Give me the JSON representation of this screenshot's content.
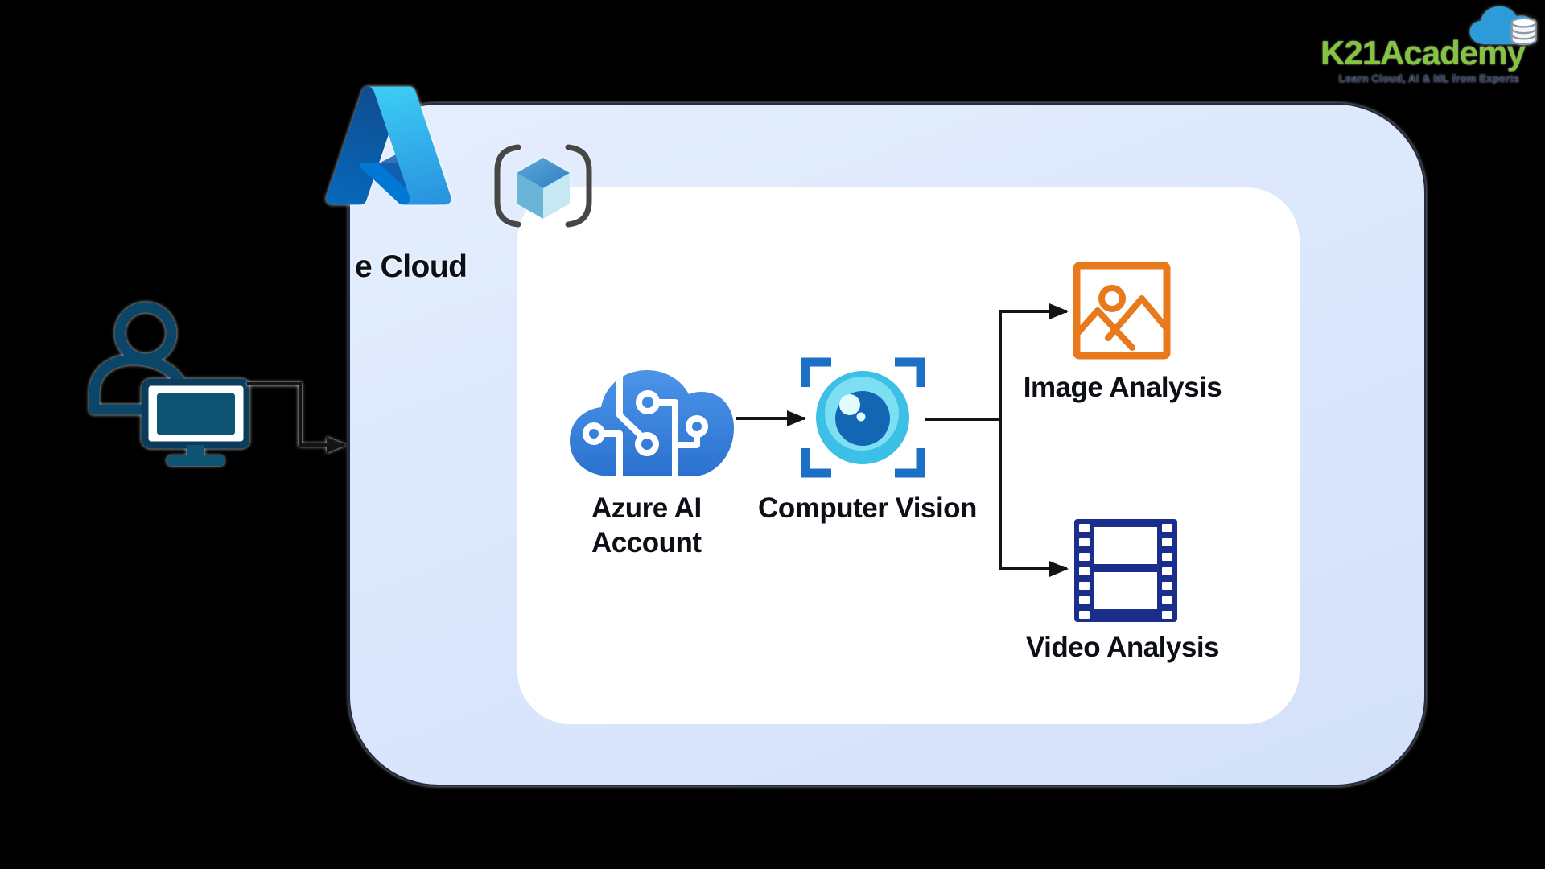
{
  "branding": {
    "logo_text": "K21Academy",
    "tagline": "Learn Cloud, AI & ML from Experts",
    "logo_green": "#85c441",
    "cloud_blue": "#2e9bd9"
  },
  "diagram": {
    "environment_label": "e Cloud",
    "nodes": {
      "ai_account": {
        "label_line1": "Azure AI",
        "label_line2": "Account",
        "icon": "ai-cloud-circuit-icon"
      },
      "computer_vision": {
        "label": "Computer Vision",
        "icon": "eye-viewfinder-icon"
      },
      "image_analysis": {
        "label": "Image Analysis",
        "icon": "image-picture-icon"
      },
      "video_analysis": {
        "label": "Video Analysis",
        "icon": "film-strip-icon"
      }
    },
    "colors": {
      "outer_box": "#d9e5fa",
      "outer_border": "#222c48",
      "inner_box": "#ffffff",
      "arrow": "#141414",
      "person_teal": "#0d5472",
      "ai_cloud_blue": "#2f7cd8",
      "eye_cyan": "#3cc0e6",
      "eye_iris": "#1266b4",
      "bracket_blue": "#1b6fc4",
      "image_orange": "#e8791d",
      "film_navy": "#1b2e8c"
    }
  }
}
